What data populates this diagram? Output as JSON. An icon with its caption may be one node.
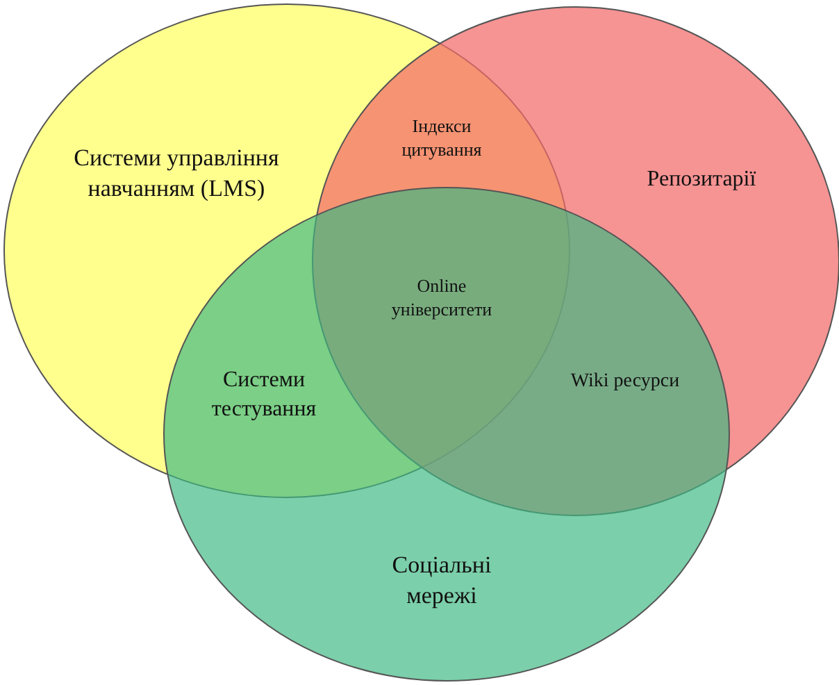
{
  "diagram": {
    "nodes": [
      {
        "text": [
          "Системи управління навчанням (LMS)"
        ]
      },
      {
        "text": [
          "Репозитарії"
        ]
      },
      {
        "text": [
          "Соціальні мережі"
        ]
      }
    ],
    "labels": [
      "Індекси цитування",
      "Online університети",
      "Системи тестування",
      "Wiki ресурси"
    ]
  }
}
